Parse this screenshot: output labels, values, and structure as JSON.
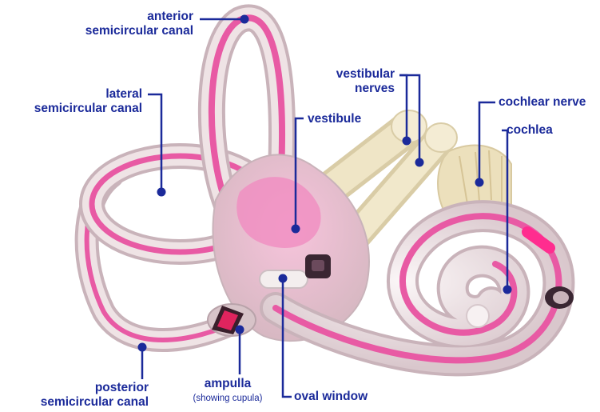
{
  "colors": {
    "label": "#1b2a9a",
    "leader": "#1b2a9a",
    "canal_outer": "#c9b3ba",
    "canal_inner": "#efe3e5",
    "membrane_pink": "#e85aa4",
    "hot_pink": "#ff2d8f",
    "nerve": "#ece0bc",
    "background": "#ffffff"
  },
  "labels": {
    "anterior_canal": {
      "line1": "anterior",
      "line2": "semicircular canal"
    },
    "lateral_canal": {
      "line1": "lateral",
      "line2": "semicircular canal"
    },
    "vestibular_nerves": {
      "line1": "vestibular",
      "line2": "nerves"
    },
    "vestibule": "vestibule",
    "cochlear_nerve": "cochlear nerve",
    "cochlea": "cochlea",
    "posterior_canal": {
      "line1": "posterior",
      "line2": "semicircular canal"
    },
    "ampulla": {
      "line1": "ampulla",
      "line2": "(showing cupula)"
    },
    "oval_window": "oval window"
  }
}
